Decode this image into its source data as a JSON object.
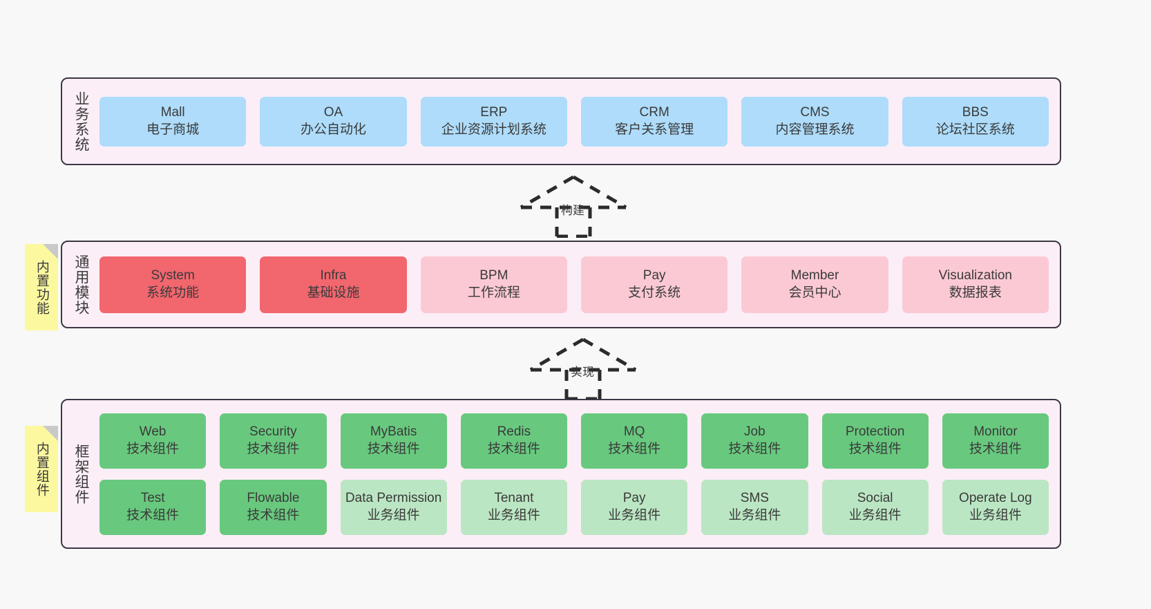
{
  "diagram": {
    "title_business": "业务系统",
    "title_common": "通用模块",
    "title_framework": "框架组件",
    "note_builtin_functions": "内置功能",
    "note_builtin_components": "内置组件",
    "arrow_build_label": "构建",
    "arrow_impl_label": "实现",
    "colors": {
      "layer_bg": "#fbeef7",
      "layer_border": "#3c3744",
      "blue": "#aedcfa",
      "red": "#f2666e",
      "pink": "#fbc9d4",
      "green": "#68c97e",
      "light_green": "#bbe6c3",
      "note_yellow": "#fcf8a0",
      "canvas_bg": "#f8f8f8"
    }
  },
  "business_systems": [
    {
      "name": "Mall",
      "desc": "电子商城",
      "color": "blue"
    },
    {
      "name": "OA",
      "desc": "办公自动化",
      "color": "blue"
    },
    {
      "name": "ERP",
      "desc": "企业资源计划系统",
      "color": "blue"
    },
    {
      "name": "CRM",
      "desc": "客户关系管理",
      "color": "blue"
    },
    {
      "name": "CMS",
      "desc": "内容管理系统",
      "color": "blue"
    },
    {
      "name": "BBS",
      "desc": "论坛社区系统",
      "color": "blue"
    }
  ],
  "common_modules": [
    {
      "name": "System",
      "desc": "系统功能",
      "color": "red"
    },
    {
      "name": "Infra",
      "desc": "基础设施",
      "color": "red"
    },
    {
      "name": "BPM",
      "desc": "工作流程",
      "color": "pink"
    },
    {
      "name": "Pay",
      "desc": "支付系统",
      "color": "pink"
    },
    {
      "name": "Member",
      "desc": "会员中心",
      "color": "pink"
    },
    {
      "name": "Visualization",
      "desc": "数据报表",
      "color": "pink"
    }
  ],
  "framework_components_row1": [
    {
      "name": "Web",
      "desc": "技术组件",
      "color": "green"
    },
    {
      "name": "Security",
      "desc": "技术组件",
      "color": "green"
    },
    {
      "name": "MyBatis",
      "desc": "技术组件",
      "color": "green"
    },
    {
      "name": "Redis",
      "desc": "技术组件",
      "color": "green"
    },
    {
      "name": "MQ",
      "desc": "技术组件",
      "color": "green"
    },
    {
      "name": "Job",
      "desc": "技术组件",
      "color": "green"
    },
    {
      "name": "Protection",
      "desc": "技术组件",
      "color": "green"
    },
    {
      "name": "Monitor",
      "desc": "技术组件",
      "color": "green"
    }
  ],
  "framework_components_row2": [
    {
      "name": "Test",
      "desc": "技术组件",
      "color": "green"
    },
    {
      "name": "Flowable",
      "desc": "技术组件",
      "color": "green"
    },
    {
      "name": "Data Permission",
      "desc": "业务组件",
      "color": "light_green"
    },
    {
      "name": "Tenant",
      "desc": "业务组件",
      "color": "light_green"
    },
    {
      "name": "Pay",
      "desc": "业务组件",
      "color": "light_green"
    },
    {
      "name": "SMS",
      "desc": "业务组件",
      "color": "light_green"
    },
    {
      "name": "Social",
      "desc": "业务组件",
      "color": "light_green"
    },
    {
      "name": "Operate Log",
      "desc": "业务组件",
      "color": "light_green"
    }
  ]
}
